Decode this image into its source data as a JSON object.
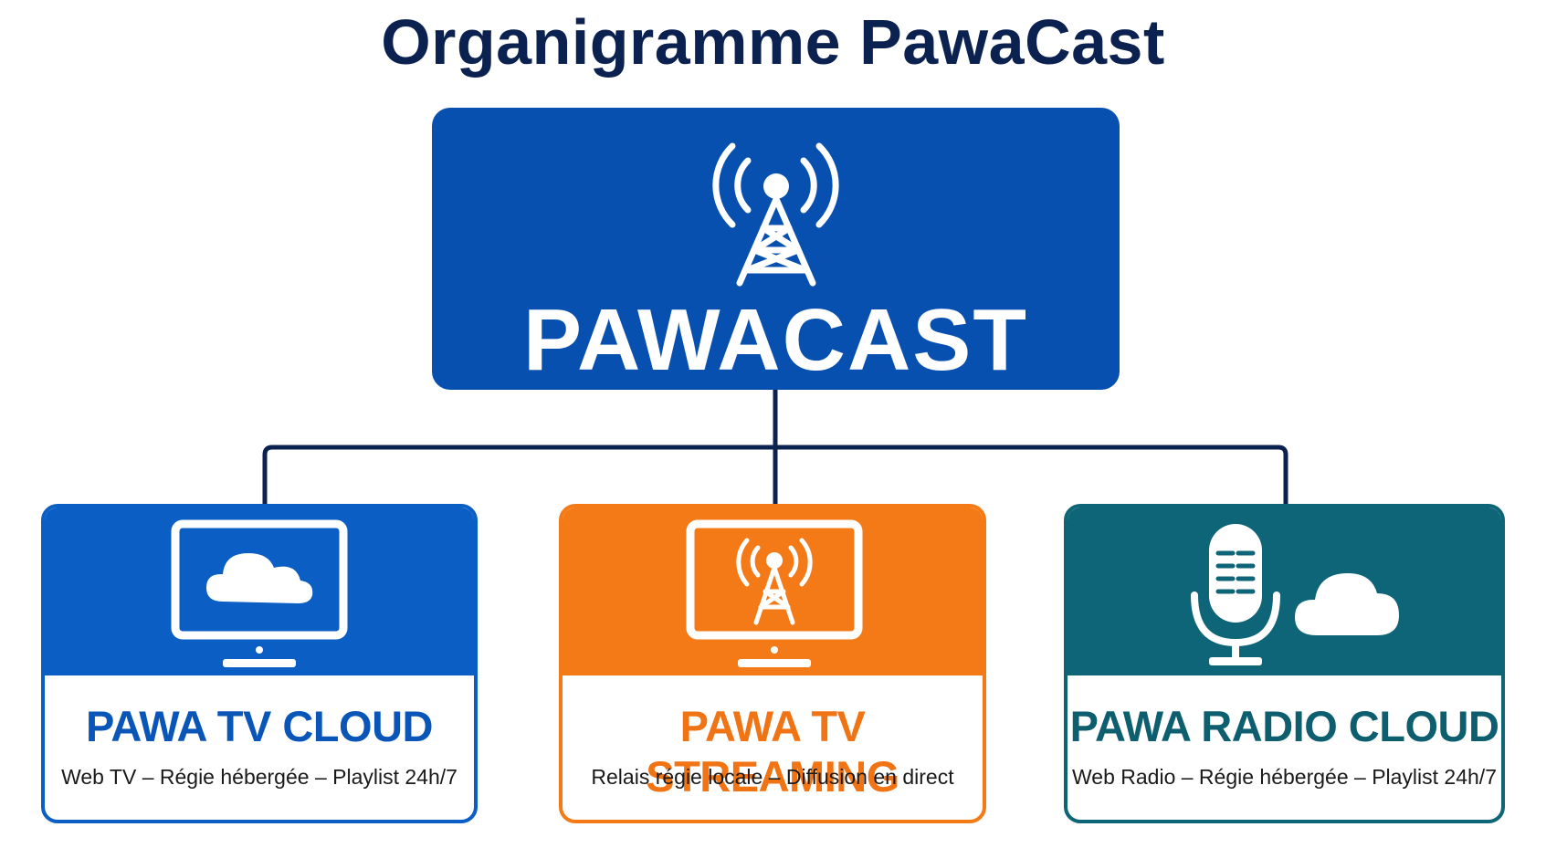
{
  "title": "Organigramme PawaCast",
  "root": {
    "name": "PAWACAST",
    "icon": "broadcast-tower-icon"
  },
  "colors": {
    "title": "#0b2150",
    "root": "#0750b0",
    "connector": "#0b2150",
    "tv_cloud": "#0a5ec4",
    "tv_streaming": "#f47a17",
    "radio_cloud": "#0d6577"
  },
  "cards": [
    {
      "title": "PAWA TV CLOUD",
      "subtitle": "Web TV – Régie hébergée – Playlist 24h/7",
      "icon": "monitor-cloud-icon"
    },
    {
      "title": "PAWA TV STREAMING",
      "subtitle": "Relais régie locale – Diffusion en direct",
      "icon": "monitor-tower-icon"
    },
    {
      "title": "PAWA RADIO CLOUD",
      "subtitle": "Web Radio – Régie hébergée – Playlist 24h/7",
      "icon": "microphone-cloud-icon"
    }
  ]
}
